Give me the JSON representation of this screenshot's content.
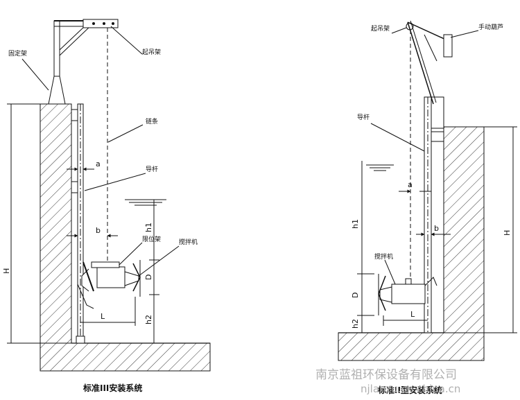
{
  "left": {
    "caption": "标准III安装系统",
    "labels": {
      "fixed_frame": "固定架",
      "lifting_frame": "起吊架",
      "chain": "链条",
      "guide_rod": "导杆",
      "positioning_frame": "限位架",
      "mixer": "搅拌机"
    },
    "dims": {
      "a": "a",
      "b": "b",
      "h1": "h1",
      "D": "D",
      "h2": "h2",
      "L": "L",
      "H": "H"
    }
  },
  "right": {
    "caption": "标准II型安装系统",
    "labels": {
      "lifting_frame": "起吊架",
      "hand_hoist": "手动葫芦",
      "guide_rod": "导杆",
      "mixer": "搅拌机"
    },
    "dims": {
      "a": "a",
      "b": "b",
      "h1": "h1",
      "D": "D",
      "h2": "h2",
      "L": "L",
      "H": "H"
    }
  },
  "watermark": {
    "company": "南京蓝祖环保设备有限公司",
    "site": "njlanzu.cn.china.cn"
  }
}
